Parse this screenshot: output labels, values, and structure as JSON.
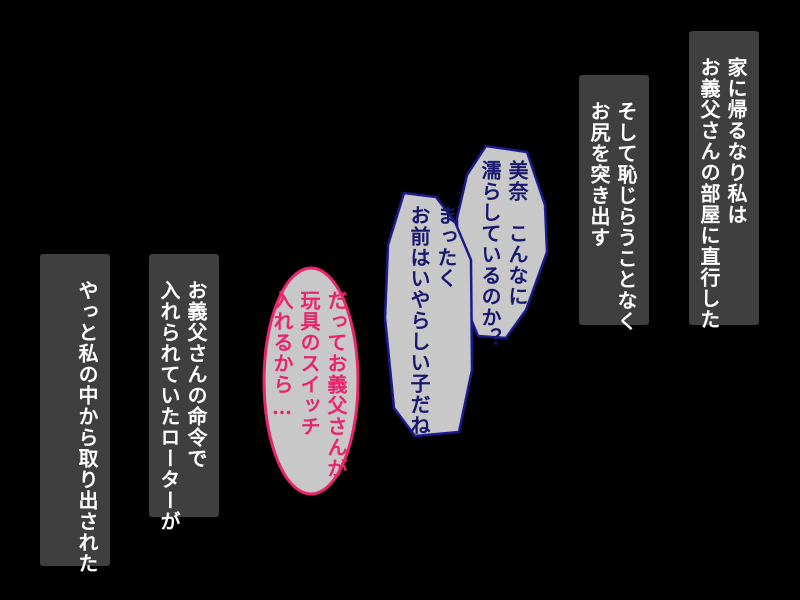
{
  "narration": [
    {
      "id": "box1",
      "lines": [
        "家に帰るなり私は",
        "お義父さんの部屋に直行した"
      ]
    },
    {
      "id": "box2",
      "lines": [
        "そして恥じらうことなく",
        "お尻を突き出す"
      ]
    },
    {
      "id": "box3",
      "lines": [
        "お義父さんの命令で",
        "入れられていたローターが"
      ]
    },
    {
      "id": "box4",
      "lines": [
        "やっと私の中から取り出された"
      ]
    }
  ],
  "speech": [
    {
      "id": "bubble_a",
      "speaker_color": "#18186e",
      "lines": [
        "美奈　こんなに",
        "濡らしているのか？"
      ]
    },
    {
      "id": "bubble_b",
      "speaker_color": "#18186e",
      "lines": [
        "まったく",
        "お前はいやらしい子だね"
      ]
    },
    {
      "id": "bubble_c",
      "speaker_color": "#e8246c",
      "lines": [
        "だってお義父さんが",
        "玩具のスイッチ",
        "入れるから…"
      ]
    }
  ],
  "colors": {
    "background": "#000000",
    "narration_box": "#3f3f3f",
    "narration_text": "#ffffff",
    "bubble_fill": "#c8c8c8",
    "bubble_blue_border": "#1a1a8c",
    "bubble_pink_border": "#e8246c"
  }
}
